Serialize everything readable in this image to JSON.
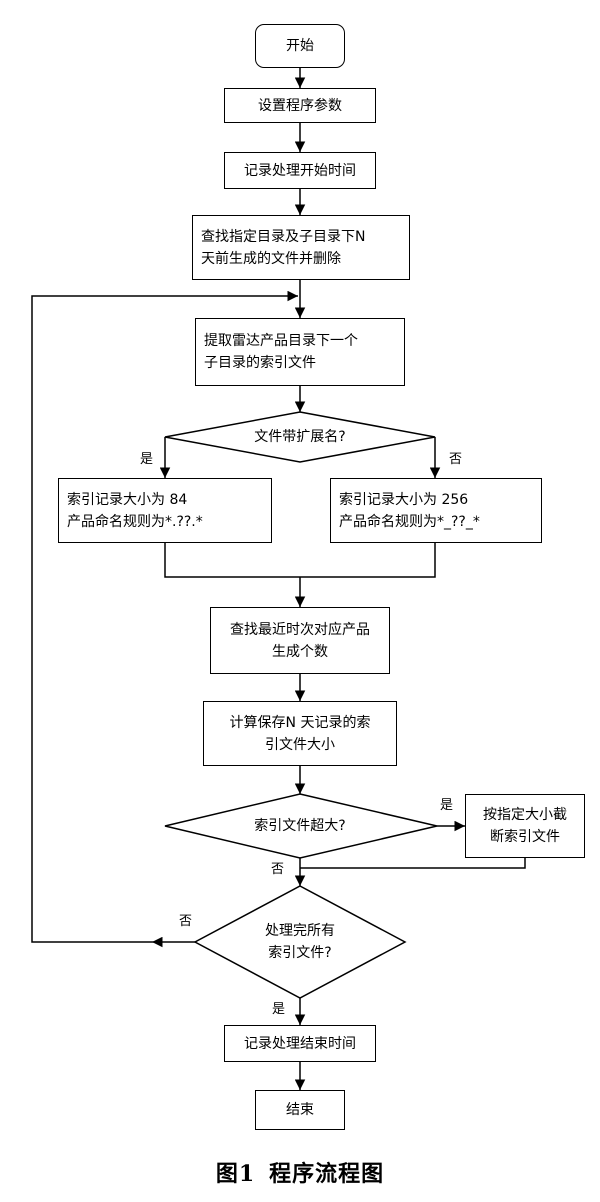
{
  "nodes": {
    "start": "开始",
    "set_params": "设置程序参数",
    "record_start": "记录处理开始时间",
    "delete_old": [
      "查找指定目录及子目录下N",
      "天前生成的文件并删除"
    ],
    "extract_index": [
      "提取雷达产品目录下一个",
      "子目录的索引文件"
    ],
    "ext_decision": "文件带扩展名?",
    "branch_yes": [
      "索引记录大小为 84",
      "产品命名规则为*.??.*"
    ],
    "branch_no": [
      "索引记录大小为 256",
      "产品命名规则为*_??_*"
    ],
    "find_count": [
      "查找最近时次对应产品",
      "生成个数"
    ],
    "calc_size": [
      "计算保存N 天记录的索",
      "引文件大小"
    ],
    "size_decision": "索引文件超大?",
    "truncate": [
      "按指定大小截",
      "断索引文件"
    ],
    "all_done_decision": [
      "处理完所有",
      "索引文件?"
    ],
    "record_end": "记录处理结束时间",
    "end": "结束"
  },
  "labels": {
    "yes": "是",
    "no": "否"
  },
  "caption": {
    "number": "图1",
    "title": "程序流程图"
  }
}
